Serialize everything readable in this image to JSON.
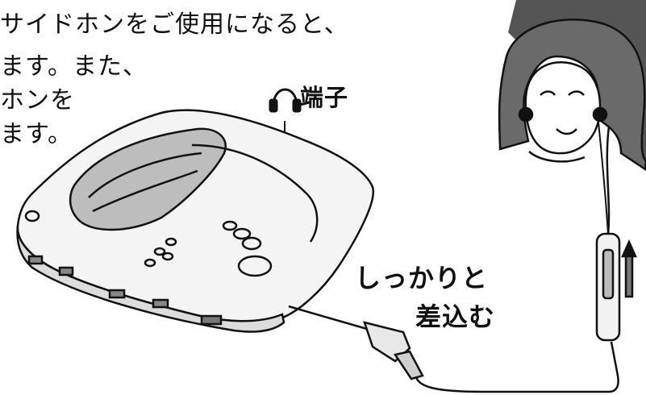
{
  "instructions": {
    "lines": [
      "サイドホンをご使用になると、",
      "ます。また、",
      "ホンを",
      "ます。"
    ]
  },
  "labels": {
    "terminal": "端子",
    "insert_firmly_1": "しっかりと",
    "insert_firmly_2": "差込む"
  },
  "icons": {
    "headphone": "headphone-icon"
  }
}
